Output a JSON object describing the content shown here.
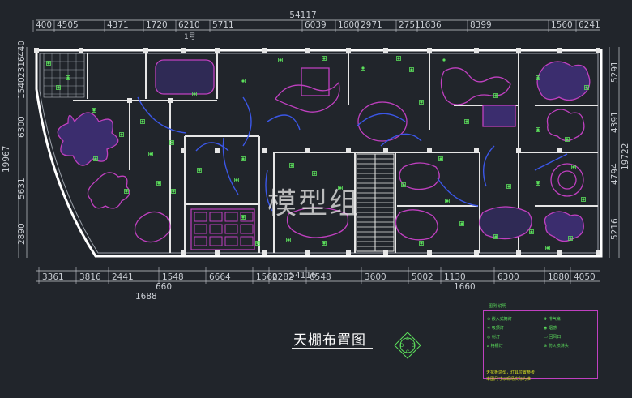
{
  "drawing": {
    "title": "天棚布置图",
    "watermark": "模型组",
    "grid_marker": "1号",
    "top_total": "54117",
    "top_dims": [
      "400",
      "4505",
      "4371",
      "1720",
      "6210",
      "5711",
      "6039",
      "1600",
      "2971",
      "2751",
      "1636",
      "8399",
      "1560",
      "6241"
    ],
    "bottom_total": "54116",
    "bottom_dims": [
      "3361",
      "3816",
      "2441",
      "1548",
      "6664",
      "1560",
      "2282",
      "6548",
      "3600",
      "5002",
      "1130",
      "6300",
      "1880",
      "4050"
    ],
    "bottom_sub_dims": [
      "660",
      "1660"
    ],
    "bottom_extra": "1688",
    "left_dims": [
      "440",
      "2316",
      "1540",
      "6300",
      "5631",
      "2890"
    ],
    "left_total": "19967",
    "right_dims": [
      "5291",
      "4391",
      "4794",
      "5216"
    ],
    "right_total": "19722"
  },
  "legend": {
    "header": "图例 说明",
    "items": [
      {
        "symbol": "⊕",
        "label": "嵌入式筒灯"
      },
      {
        "symbol": "✳",
        "label": "吸顶灯"
      },
      {
        "symbol": "◎",
        "label": "射灯"
      },
      {
        "symbol": "⌀",
        "label": "格栅灯"
      },
      {
        "symbol": "✚",
        "label": "排气扇"
      },
      {
        "symbol": "◉",
        "label": "烟感"
      },
      {
        "symbol": "▭",
        "label": "回风口"
      },
      {
        "symbol": "⊗",
        "label": "防火喷淋头"
      }
    ],
    "notes": [
      "天花板造型，灯具位置参考",
      "本图尺寸以现场实际为准"
    ]
  },
  "colors": {
    "background": "#21252b",
    "wall": "#ffffff",
    "ceiling_outline": "#c040c0",
    "ceiling_fill": "#3b2d6e",
    "light_symbol": "#5ce05c",
    "dimension": "#c8ccd2",
    "accent_blue": "#3b57e8"
  },
  "compass": {
    "labels": [
      "A",
      "B",
      "C",
      "D"
    ]
  }
}
